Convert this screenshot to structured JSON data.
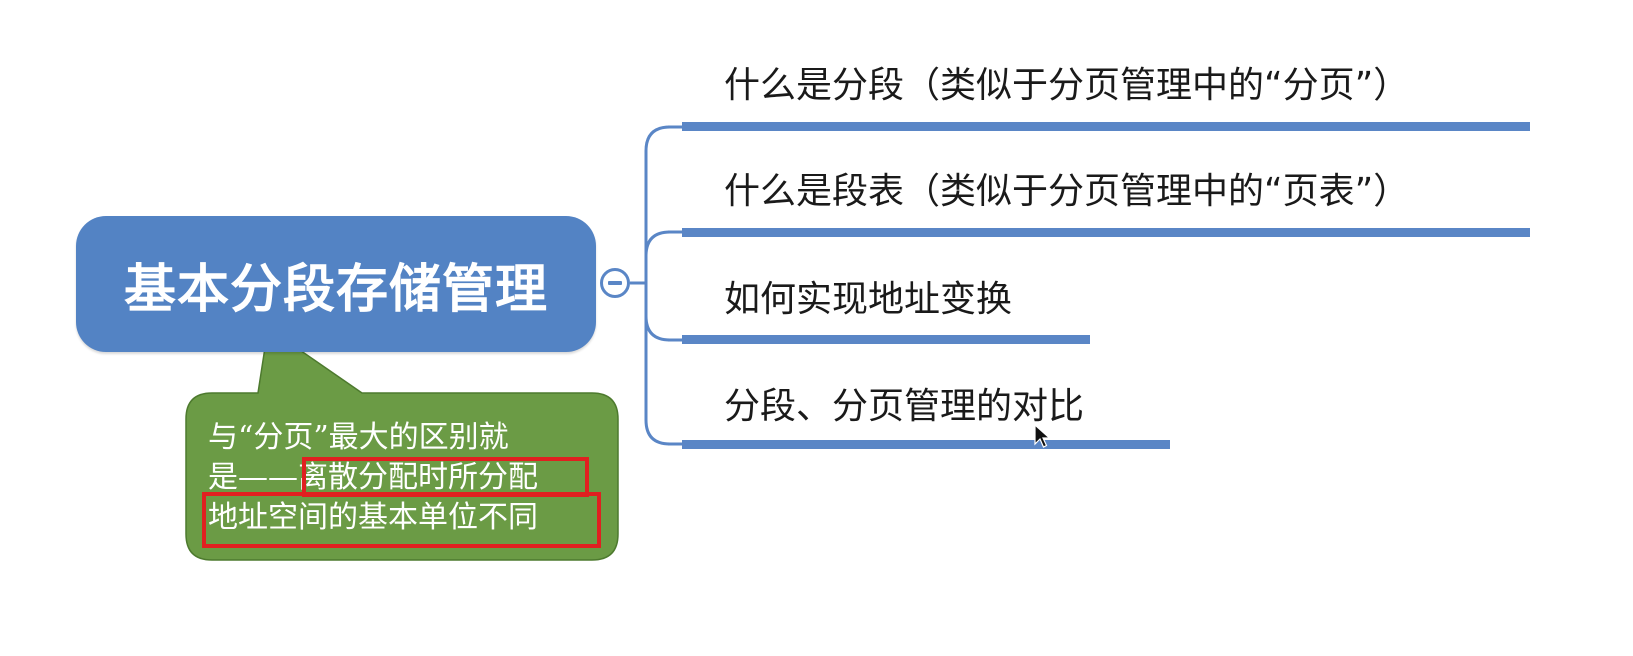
{
  "mindmap": {
    "root": {
      "title": "基本分段存储管理",
      "color": "#5383c4"
    },
    "branches": [
      {
        "label": "什么是分段（类似于分页管理中的“分页”）"
      },
      {
        "label": "什么是段表（类似于分页管理中的“页表”）"
      },
      {
        "label": "如何实现地址变换"
      },
      {
        "label": "分段、分页管理的对比"
      }
    ],
    "connector_color": "#5a86c6",
    "callout": {
      "background": "#6b9b45",
      "lines": [
        {
          "text": "与“分页”最大的区别就"
        },
        {
          "prefix": "是——",
          "highlight": "离散分配时所分配"
        },
        {
          "highlight": "地址空间的基本单位不同"
        }
      ],
      "highlight_color": "#e02020"
    }
  }
}
